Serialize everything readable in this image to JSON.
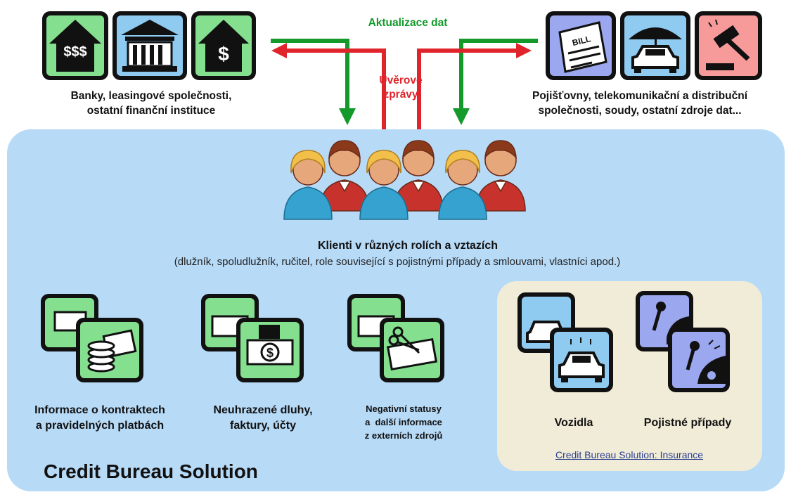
{
  "diagram": {
    "flow": {
      "update_label": "Aktualizace dat",
      "credit_reports_label_line1": "Úvěrové",
      "credit_reports_label_line2": "zprávy"
    },
    "sources_left": {
      "label_line1": "Banky, leasingové společnosti,",
      "label_line2": "ostatní finanční instituce",
      "icons": [
        "house-dollars-icon",
        "bank-building-icon",
        "house-dollar-icon"
      ]
    },
    "sources_right": {
      "label_line1": "Pojišťovny, telekomunikační a distribuční",
      "label_line2": "společnosti, soudy, ostatní zdroje dat...",
      "icons": [
        "bill-newspaper-icon",
        "car-umbrella-icon",
        "judge-gavel-icon"
      ]
    },
    "clients": {
      "title": "Klienti v různých rolích a vztazích",
      "subtitle": "(dlužník, spoludlužník, ručitel, role související s pojistnými případy a smlouvami, vlastníci apod.)"
    },
    "data_categories": [
      {
        "line1": "Informace o kontraktech",
        "line2": "a pravidelných platbách",
        "icon": "coins-cash-icon"
      },
      {
        "line1": "Neuhrazené dluhy,",
        "line2": "faktury, účty",
        "icon": "hand-dollar-icon"
      },
      {
        "line1": "Negativní statusy",
        "line2": "a  další informace",
        "line3": "z externích zdrojů",
        "icon": "cut-banknote-icon"
      }
    ],
    "insurance": {
      "vehicles_label": "Vozidla",
      "claims_label": "Pojistné případy",
      "link_text": "Credit Bureau Solution: Insurance"
    },
    "footer_title": "Credit Bureau Solution",
    "colors": {
      "panel": "#b7daf7",
      "insurance_panel": "#f1ecd8",
      "arrow_green": "#139a2a",
      "arrow_red": "#e0242b",
      "tile_green": "#84df8f",
      "tile_blue": "#8fcaf0",
      "tile_purple": "#9ba7ee",
      "tile_pink": "#f79a9a"
    }
  }
}
